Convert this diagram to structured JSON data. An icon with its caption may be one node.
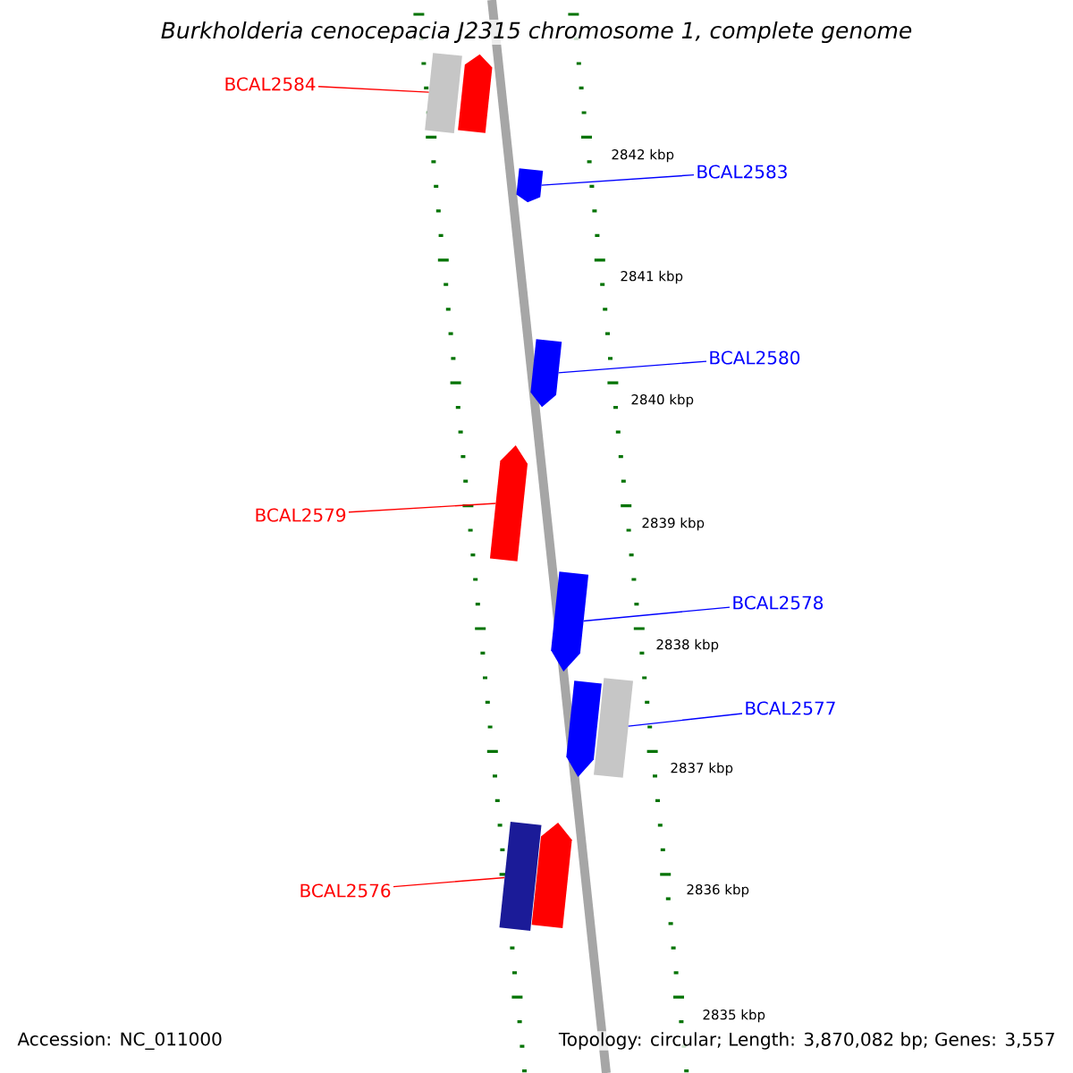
{
  "diagram": {
    "title": "Burkholderia cenocepacia J2315 chromosome 1, complete genome",
    "nodes": [
      {
        "text": [
          "BCAL2584"
        ]
      },
      {
        "text": [],
        "shape": "bar"
      },
      {
        "text": [],
        "shape": "pentagon"
      },
      {
        "text": [
          "BCAL2583"
        ]
      },
      {
        "text": [],
        "shape": "pentagon"
      },
      {
        "text": [
          "BCAL2580"
        ]
      },
      {
        "text": [],
        "shape": "pentagon"
      },
      {
        "text": [
          "BCAL2579"
        ]
      },
      {
        "text": [],
        "shape": "pentagon"
      },
      {
        "text": [
          "BCAL2578"
        ]
      },
      {
        "text": [],
        "shape": "pentagon"
      },
      {
        "text": [
          "BCAL2577"
        ]
      },
      {
        "text": [],
        "shape": "pentagon"
      },
      {
        "text": [],
        "shape": "bar"
      },
      {
        "text": [
          "BCAL2576"
        ]
      },
      {
        "text": [],
        "shape": "bar"
      },
      {
        "text": [],
        "shape": "pentagon"
      }
    ],
    "edges": [
      {
        "from": 0,
        "to": 1,
        "arrow": "none",
        "color": "#ff0000"
      },
      {
        "from": 3,
        "to": 4,
        "arrow": "none",
        "color": "#0000ff"
      },
      {
        "from": 5,
        "to": 6,
        "arrow": "none",
        "color": "#0000ff"
      },
      {
        "from": 7,
        "to": 8,
        "arrow": "none",
        "color": "#ff0000"
      },
      {
        "from": 9,
        "to": 10,
        "arrow": "none",
        "color": "#0000ff"
      },
      {
        "from": 11,
        "to": 13,
        "arrow": "none",
        "color": "#0000ff"
      },
      {
        "from": 14,
        "to": 15,
        "arrow": "none",
        "color": "#ff0000"
      }
    ],
    "labels": [
      "2842 kbp",
      "2841 kbp",
      "2840 kbp",
      "2839 kbp",
      "2838 kbp",
      "2837 kbp",
      "2836 kbp",
      "2835 kbp",
      "Accession: NC_011000",
      "Topology: circular; Length: 3,870,082 bp; Genes: 3,557"
    ]
  }
}
